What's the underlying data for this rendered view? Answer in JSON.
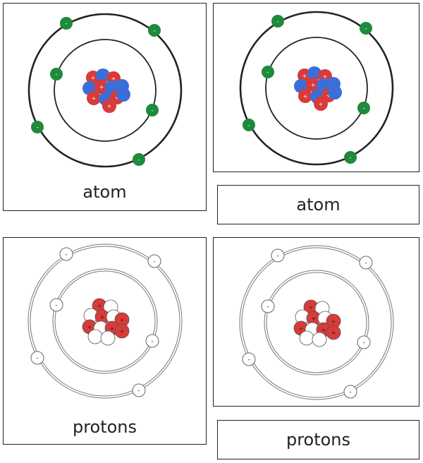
{
  "cards": {
    "atom_picture_card": {
      "label": "atom"
    },
    "atom_label_card": {
      "label": "atom"
    },
    "protons_picture_card": {
      "label": "protons"
    },
    "protons_label_card": {
      "label": "protons"
    }
  },
  "symbols": {
    "electron": "-",
    "proton": "+"
  },
  "colors": {
    "electron_green": "#1e8a3c",
    "proton_red": "#d93a3a",
    "neutron_blue": "#3a6fd9",
    "outline": "#222222"
  }
}
